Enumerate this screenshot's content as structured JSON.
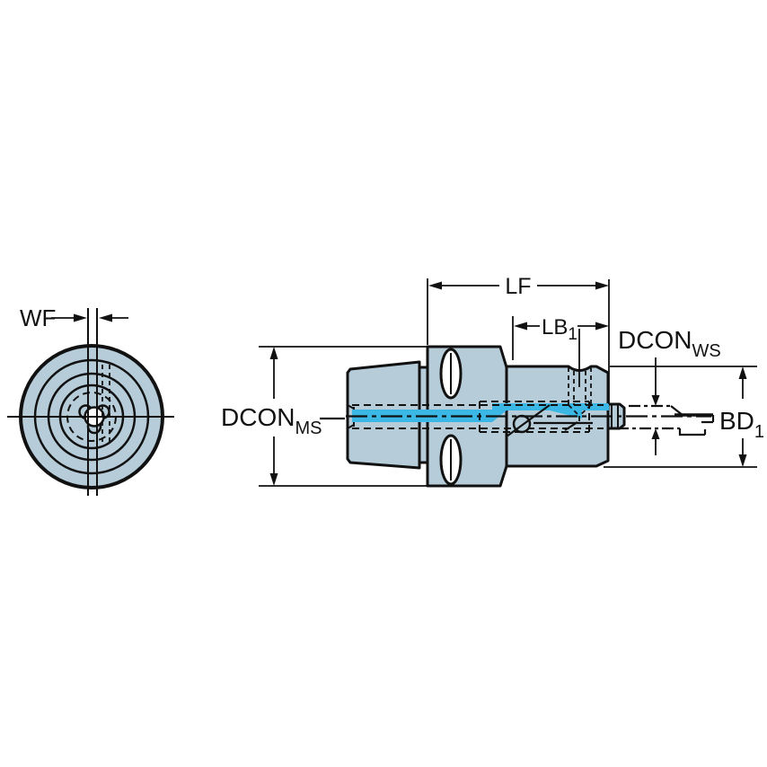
{
  "title": "Tool holder adapter engineering drawing, front view and cross-section side view",
  "views": {
    "front_view": "front view of coupling face",
    "side_view": "side cross-section view"
  },
  "labels": {
    "wf": {
      "text": "WF"
    },
    "lf": {
      "text": "LF"
    },
    "lb1": {
      "base": "LB",
      "sub": "1"
    },
    "dcon_ws": {
      "base": "DCON",
      "sub": "WS"
    },
    "dcon_ms": {
      "base": "DCON",
      "sub": "MS"
    },
    "bd1": {
      "base": "BD",
      "sub": "1"
    }
  },
  "colors": {
    "body_fill": "#b6ccd8",
    "coolant": "#3ab7e4",
    "line": "#111111",
    "background": "#ffffff"
  }
}
